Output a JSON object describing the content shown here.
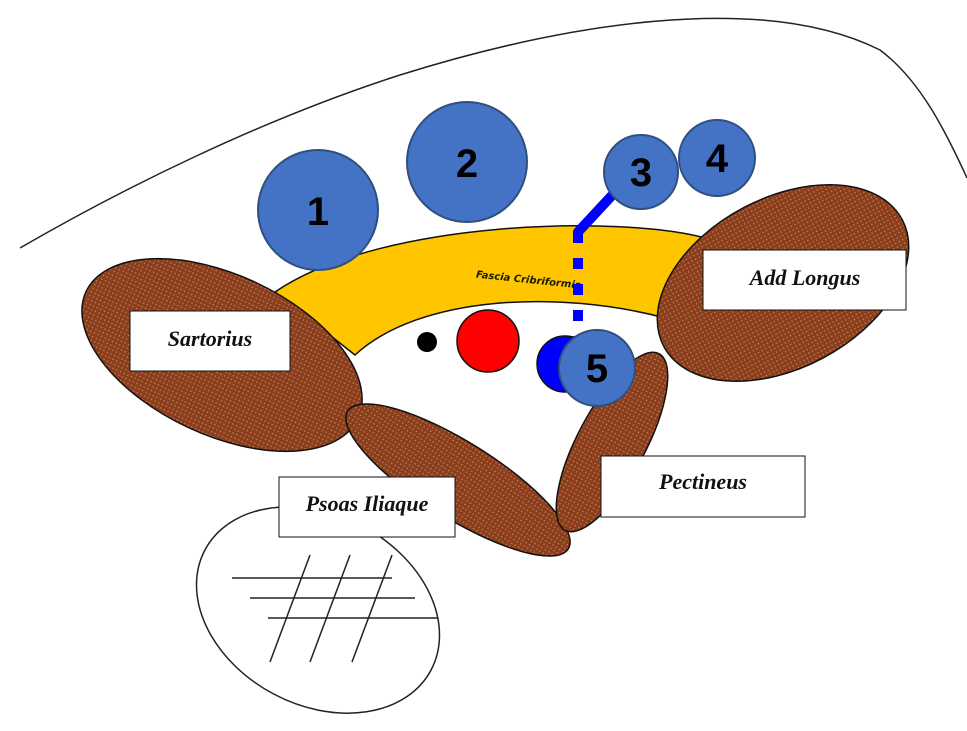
{
  "labels": {
    "sartorius": "Sartorius",
    "add_longus": "Add Longus",
    "psoas": "Psoas Iliaque",
    "pectineus": "Pectineus",
    "fascia": "Fascia Cribriformis"
  },
  "nodes": {
    "n1": "1",
    "n2": "2",
    "n3": "3",
    "n4": "4",
    "n5": "5"
  },
  "colors": {
    "muscle": "#8b3e1c",
    "muscle_dots": "#c98a68",
    "fascia": "#ffc600",
    "node": "#4472c4",
    "node_stroke": "#2f4f7f",
    "vein": "#0000ff",
    "artery": "#ff0000",
    "nerve": "#000000",
    "dashed_line": "#0000ff"
  }
}
